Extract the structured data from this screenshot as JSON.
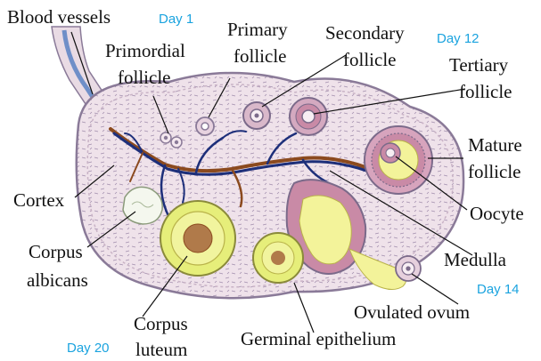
{
  "labels": {
    "blood_vessels": "Blood vessels",
    "primordial": [
      "Primordial",
      "follicle"
    ],
    "primary": [
      "Primary",
      "follicle"
    ],
    "secondary": [
      "Secondary",
      "follicle"
    ],
    "tertiary": [
      "Tertiary",
      "follicle"
    ],
    "mature": [
      "Mature",
      "follicle"
    ],
    "cortex": "Cortex",
    "oocyte": "Oocyte",
    "medulla": "Medulla",
    "corpus_albicans": [
      "Corpus",
      "albicans"
    ],
    "corpus_luteum": [
      "Corpus",
      "luteum"
    ],
    "ovulated_ovum": "Ovulated ovum",
    "germinal_epithelium": "Germinal epithelium"
  },
  "days": {
    "day1": "Day 1",
    "day12": "Day 12",
    "day14": "Day 14",
    "day20": "Day 20"
  },
  "colors": {
    "day_text": "#1aa3df",
    "ovary_fill": "#efe2ea",
    "ovary_outline": "#8a7a98",
    "vessel_blue": "#1d2f7a",
    "vessel_brown": "#8b4a1e",
    "luteum_yellow": "#e6ee7a",
    "luteum_core": "#b07a4a",
    "follicle_pink": "#c98aa6",
    "antrum_yellow": "#f3f39a"
  }
}
